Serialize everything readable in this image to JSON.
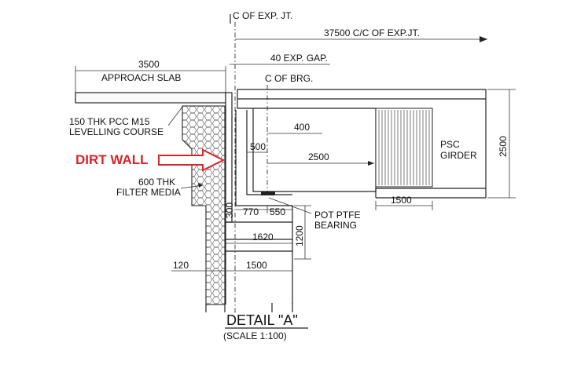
{
  "labels": {
    "cl_exp_jt": "C OF EXP. JT.",
    "exp_jt_spacing": "37500 C/C OF EXP.JT.",
    "exp_gap": "40 EXP. GAP.",
    "cl_brg": "C OF BRG.",
    "approach_slab_dim": "3500",
    "approach_slab": "APPROACH SLAB",
    "pcc_line1": "150 THK PCC M15",
    "pcc_line2": "LEVELLING COURSE",
    "dirt_wall": "DIRT WALL",
    "filter_line1": "600 THK",
    "filter_line2": "FILTER MEDIA",
    "dim_400": "400",
    "dim_500": "500",
    "dim_2500_h": "2500",
    "dim_1500_top": "1500",
    "dim_300": "300",
    "dim_770": "770",
    "dim_550": "550",
    "bearing_line1": "POT PTFE",
    "bearing_line2": "BEARING",
    "dim_1200": "1200",
    "dim_1620": "1620",
    "dim_120": "120",
    "dim_1500_bot": "1500",
    "psc_line1": "PSC",
    "psc_line2": "GIRDER",
    "dim_2500_v": "2500",
    "detail_title": "DETAIL \"A\"",
    "detail_scale": "(SCALE 1:100)"
  },
  "colors": {
    "linework": "#222222",
    "callout": "#d6262b"
  }
}
